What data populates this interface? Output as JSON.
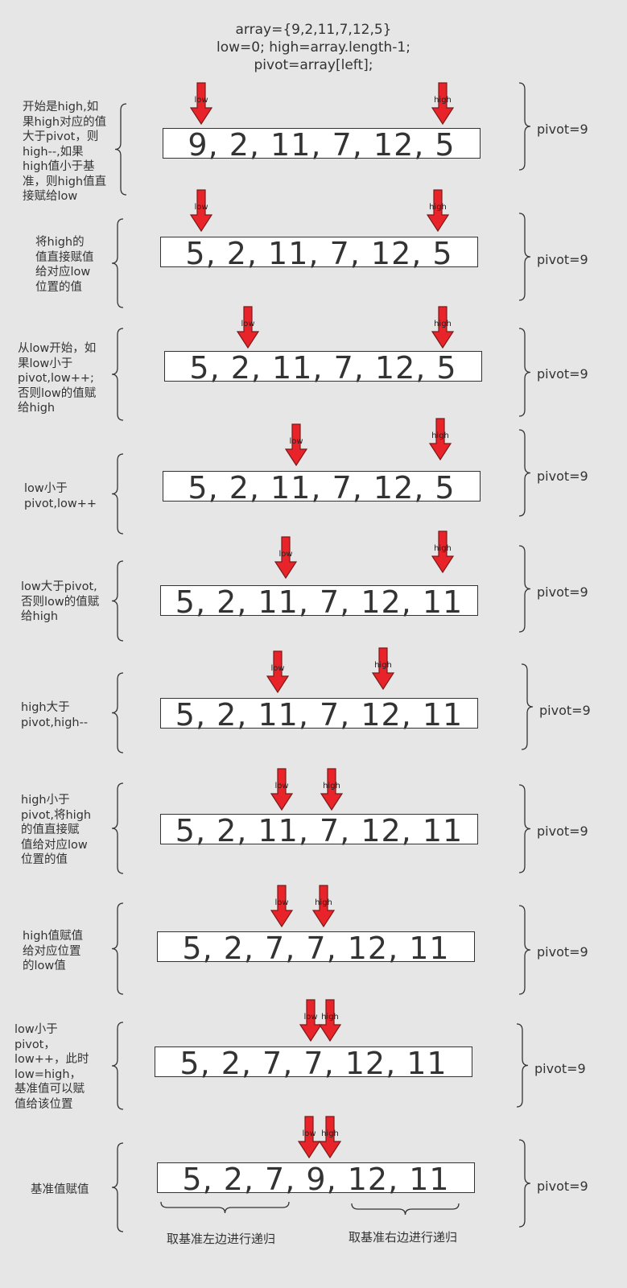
{
  "header": {
    "line1": "array={9,2,11,7,12,5}",
    "line2": "low=0;  high=array.length-1;",
    "line3": "pivot=array[left];"
  },
  "arrow_color": "#e8242a",
  "steps": [
    {
      "description": "开始是high,如\n果high对应的值\n大于pivot，则\nhigh--,如果\nhigh值小于基\n准，则high值直\n接赋给low",
      "array_text": "9,  2,  11,  7,  12,  5",
      "pivot_label": "pivot=9",
      "low_label": "low",
      "high_label": "high"
    },
    {
      "description": "将high的\n值直接赋值\n给对应low\n位置的值",
      "array_text": "5,  2,  11,  7,  12,  5",
      "pivot_label": "pivot=9",
      "low_label": "low",
      "high_label": "high"
    },
    {
      "description": "从low开始，如\n果low小于\npivot,low++;\n否则low的值赋\n给high",
      "array_text": "5,  2,  11,  7,  12,  5",
      "pivot_label": "pivot=9",
      "low_label": "low",
      "high_label": "high"
    },
    {
      "description": "low小于\npivot,low++",
      "array_text": "5,  2,  11,  7,  12,  5",
      "pivot_label": "pivot=9",
      "low_label": "low",
      "high_label": "high"
    },
    {
      "description": "low大于pivot,\n否则low的值赋\n给high",
      "array_text": "5,  2,  11,  7,  12,  11",
      "pivot_label": "pivot=9",
      "low_label": "low",
      "high_label": "high"
    },
    {
      "description": "high大于\npivot,high--",
      "array_text": "5,  2,  11,  7,  12,  11",
      "pivot_label": "pivot=9",
      "low_label": "low",
      "high_label": "high"
    },
    {
      "description": "high小于\npivot,将high\n的值直接赋\n值给对应low\n位置的值",
      "array_text": "5,  2,  11,  7,  12,  11",
      "pivot_label": "pivot=9",
      "low_label": "low",
      "high_label": "high"
    },
    {
      "description": "high值赋值\n给对应位置\n的low值",
      "array_text": "5,  2,  7,  7,  12,  11",
      "pivot_label": "pivot=9",
      "low_label": "low",
      "high_label": "high"
    },
    {
      "description": "low小于\npivot，\nlow++，此时\nlow=high，\n基准值可以赋\n值给该位置",
      "array_text": "5,  2,  7,  7,  12,  11",
      "pivot_label": "pivot=9",
      "low_label": "low",
      "high_label": "high"
    },
    {
      "description": "基准值赋值",
      "array_text": "5,  2,  7,  9,  12,  11",
      "pivot_label": "pivot=9",
      "low_label": "low",
      "high_label": "high"
    }
  ],
  "bottom": {
    "left_recursion": "取基准左边进行递归",
    "right_recursion": "取基准右边进行递归"
  }
}
